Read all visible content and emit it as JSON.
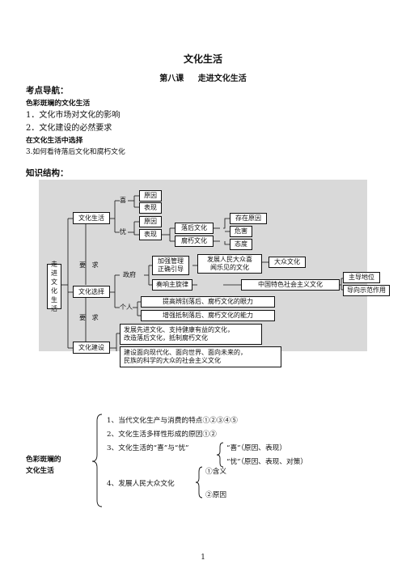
{
  "header": {
    "title": "文化生活",
    "subtitle_lesson": "第八课",
    "subtitle_name": "走进文化生活"
  },
  "guide": {
    "heading": "考点导航：",
    "section1_title": "色彩斑斓的文化生活",
    "section1_items": [
      "1．文化市场对文化的影响",
      "2．文化建设的必然要求"
    ],
    "section2_title": "在文化生活中选择",
    "section2_items": [
      "3.如何看待落后文化和腐朽文化"
    ]
  },
  "knowledge": {
    "heading": "知识结构：",
    "root_chars": [
      "走",
      "进",
      "文",
      "化",
      "生",
      "活"
    ],
    "requirement": [
      "要",
      "求"
    ],
    "n_life": "文化生活",
    "n_xi": "喜",
    "n_you": "忧",
    "n_yuanyin1": "原因",
    "n_biaoxian1": "表现",
    "n_yuanyin2": "原因",
    "n_biaoxian2": "表现",
    "n_luohou": "落后文化",
    "n_fuxiu": "腐朽文化",
    "n_cunzai": "存在原因",
    "n_weihai": "危害",
    "n_taidu": "态度",
    "n_choice": "文化选择",
    "n_zhengfu": "政府",
    "n_geren": "个人",
    "n_guanli": [
      "加强管理",
      "正确引导"
    ],
    "n_fazhan": [
      "发展人民大众喜",
      "闻乐见的文化"
    ],
    "n_dazhong": "大众文化",
    "n_zhuxuanlv": "奏响主旋律",
    "n_zhongguo": "中国特色社会主义文化",
    "n_zhudao": "主导地位",
    "n_daoxiang": "导向示范作用",
    "n_tigao": "提高辨别落后、腐朽文化的眼力",
    "n_zengqiang": "增强抵制落后、腐朽文化的能力",
    "n_build": "文化建设",
    "n_build1": [
      "发展先进文化、支持健康有益的文化，",
      "改造落后文化，抵制腐朽文化"
    ],
    "n_build2": [
      "建设面向现代化、面向世界、面向未来的，",
      "民族的科学的大众的社会主义文化"
    ]
  },
  "summary": {
    "left_label": [
      "色彩斑斓的",
      "文化生活"
    ],
    "item1": "1、当代文化生产与消费的特点①②③④⑤",
    "item2": "2、文化生活多样性形成的原因①②",
    "item3": "3、文化生活的“喜”与“忧”",
    "item3a": "“喜”（原因、表现）",
    "item3b": "“忧”（原因、表现、对策）",
    "item4": "4、发展人民大众文化",
    "item4a": "①含义",
    "item4b": "②原因"
  },
  "footer": {
    "page_number": "1"
  }
}
